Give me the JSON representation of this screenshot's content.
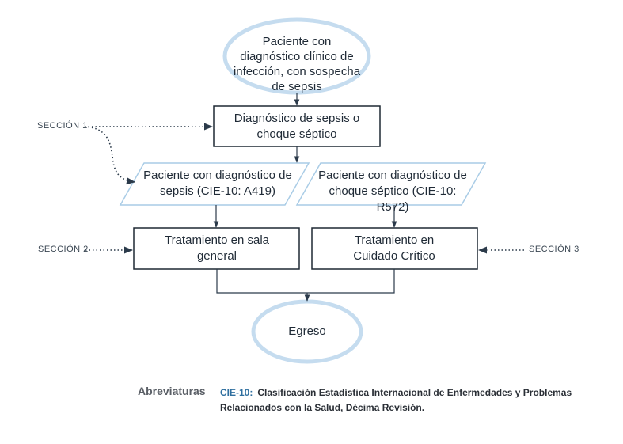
{
  "nodes": {
    "start": "Paciente con diagnóstico clínico de infección, con sospecha de sepsis",
    "diagnosis": "Diagnóstico de sepsis o choque séptico",
    "sepsis": "Paciente con diagnóstico de sepsis (CIE-10: A419)",
    "shock": "Paciente con diagnóstico de choque séptico (CIE-10: R572)",
    "general_ward": "Tratamiento en sala general",
    "critical_care": "Tratamiento en Cuidado Crítico",
    "discharge": "Egreso"
  },
  "sections": {
    "s1": "SECCIÓN 1",
    "s2": "SECCIÓN 2",
    "s3": "SECCIÓN 3"
  },
  "abbreviations": {
    "title": "Abreviaturas",
    "key": "CIE-10:",
    "definition": "Clasificación Estadística Internacional de Enfermedades y Problemas Relacionados con la Salud, Décima Revisión."
  },
  "colors": {
    "oval_stroke": "#c5dcef",
    "box_stroke": "#1e2833",
    "parallelogram_stroke": "#a9cce6",
    "arrow": "#2b3a4a",
    "key_text": "#2f6f9f"
  }
}
